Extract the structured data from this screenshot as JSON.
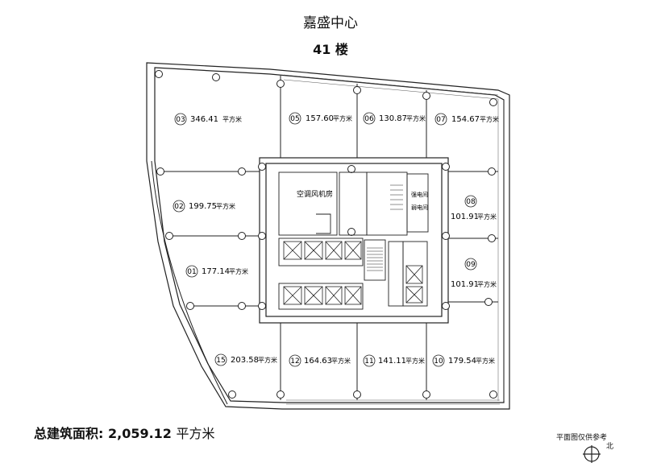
{
  "title": "嘉盛中心",
  "floor": {
    "number": "41",
    "suffix": "楼"
  },
  "total": {
    "label": "总建筑面积:",
    "value": "2,059.12",
    "unit": "平方米"
  },
  "note": "平面图仅供参考",
  "north": "北",
  "unit_label": "平方米",
  "rooms": [
    {
      "id": "03",
      "area": "346.41"
    },
    {
      "id": "05",
      "area": "157.60"
    },
    {
      "id": "06",
      "area": "130.87"
    },
    {
      "id": "07",
      "area": "154.67"
    },
    {
      "id": "02",
      "area": "199.75"
    },
    {
      "id": "08",
      "area": "101.91"
    },
    {
      "id": "01",
      "area": "177.14"
    },
    {
      "id": "09",
      "area": "101.91"
    },
    {
      "id": "15",
      "area": "203.58"
    },
    {
      "id": "12",
      "area": "164.63"
    },
    {
      "id": "11",
      "area": "141.11"
    },
    {
      "id": "10",
      "area": "179.54"
    }
  ],
  "core_labels": {
    "ac_room": "空调风机房",
    "elec_room": "强电间",
    "weak_room": "弱电间"
  }
}
